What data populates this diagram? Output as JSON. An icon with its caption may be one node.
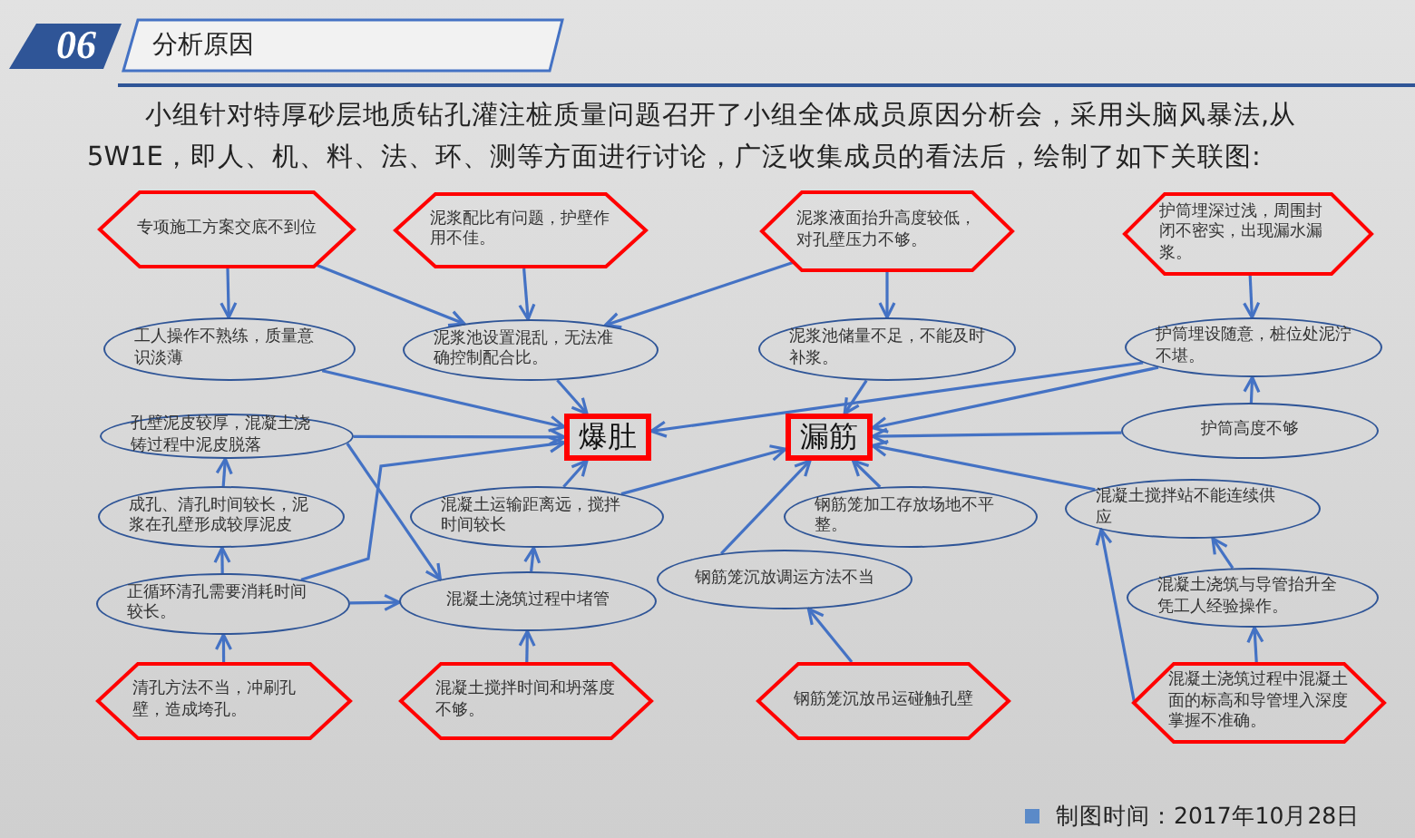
{
  "diagram": {
    "title": "分析原因",
    "nodes": [
      {
        "text": [
          "专项施工方案交底不到位"
        ]
      },
      {
        "text": [
          "泥浆配比有问题，护壁作用不佳。"
        ]
      },
      {
        "text": [
          "泥浆液面抬升高度较低，对孔壁压力不够。"
        ]
      },
      {
        "text": [
          "护筒埋深过浅，周围封闭不密实，出现漏水漏浆。"
        ]
      },
      {
        "text": [
          "工人操作不熟练，质量意识淡薄"
        ]
      },
      {
        "text": [
          "泥浆池设置混乱，无法准确控制配合比。"
        ]
      },
      {
        "text": [
          "泥浆池储量不足，不能及时补浆。"
        ]
      },
      {
        "text": [
          "护筒埋设随意，桩位处泥泞不堪。"
        ]
      },
      {
        "text": [
          "爆肚"
        ]
      },
      {
        "text": [
          "漏筋"
        ]
      },
      {
        "text": [
          "孔壁泥皮较厚，混凝土浇铸过程中泥皮脱落"
        ]
      },
      {
        "text": [
          "护筒高度不够"
        ]
      },
      {
        "text": [
          "成孔、清孔时间较长，泥浆在孔壁形成较厚泥皮"
        ]
      },
      {
        "text": [
          "混凝土运输距离远，搅拌时间较长"
        ]
      },
      {
        "text": [
          "钢筋笼加工存放场地不平整。"
        ]
      },
      {
        "text": [
          "混凝土搅拌站不能连续供应"
        ]
      },
      {
        "text": [
          "正循环清孔需要消耗时间较长。"
        ]
      },
      {
        "text": [
          "混凝土浇筑过程中堵管"
        ]
      },
      {
        "text": [
          "钢筋笼沉放调运方法不当"
        ]
      },
      {
        "text": [
          "混凝土浇筑与导管抬升全凭工人经验操作。"
        ]
      },
      {
        "text": [
          "清孔方法不当，冲刷孔壁，造成垮孔。"
        ]
      },
      {
        "text": [
          "混凝土搅拌时间和坍落度不够。"
        ]
      },
      {
        "text": [
          "钢筋笼沉放吊运碰触孔壁"
        ]
      },
      {
        "text": [
          "混凝土浇筑过程中混凝土面的标高和导管埋入深度掌握不准确。"
        ]
      }
    ],
    "edges": [
      {
        "from": 0,
        "to": 4,
        "arrow": "to"
      },
      {
        "from": 0,
        "to": 5,
        "arrow": "to"
      },
      {
        "from": 1,
        "to": 5,
        "arrow": "to"
      },
      {
        "from": 2,
        "to": 5,
        "arrow": "to"
      },
      {
        "from": 2,
        "to": 6,
        "arrow": "to"
      },
      {
        "from": 3,
        "to": 7,
        "arrow": "to"
      },
      {
        "from": 4,
        "to": 8,
        "arrow": "to"
      },
      {
        "from": 5,
        "to": 8,
        "arrow": "to"
      },
      {
        "from": 7,
        "to": 8,
        "arrow": "to"
      },
      {
        "from": 7,
        "to": 9,
        "arrow": "to"
      },
      {
        "from": 6,
        "to": 9,
        "arrow": "to"
      },
      {
        "from": 11,
        "to": 7,
        "arrow": "to"
      },
      {
        "from": 11,
        "to": 9,
        "arrow": "to"
      },
      {
        "from": 10,
        "to": 8,
        "arrow": "to"
      },
      {
        "from": 10,
        "to": 17,
        "arrow": "to"
      },
      {
        "from": 12,
        "to": 10,
        "arrow": "to"
      },
      {
        "from": 16,
        "to": 12,
        "arrow": "to"
      },
      {
        "from": 16,
        "to": 8,
        "arrow": "to"
      },
      {
        "from": 16,
        "to": 17,
        "arrow": "to"
      },
      {
        "from": 20,
        "to": 16,
        "arrow": "to"
      },
      {
        "from": 13,
        "to": 8,
        "arrow": "to"
      },
      {
        "from": 13,
        "to": 9,
        "arrow": "to"
      },
      {
        "from": 17,
        "to": 13,
        "arrow": "to"
      },
      {
        "from": 21,
        "to": 17,
        "arrow": "to"
      },
      {
        "from": 14,
        "to": 9,
        "arrow": "to"
      },
      {
        "from": 18,
        "to": 9,
        "arrow": "to"
      },
      {
        "from": 22,
        "to": 18,
        "arrow": "to"
      },
      {
        "from": 15,
        "to": 9,
        "arrow": "to"
      },
      {
        "from": 19,
        "to": 15,
        "arrow": "to"
      },
      {
        "from": 23,
        "to": 19,
        "arrow": "to"
      },
      {
        "from": 23,
        "to": 15,
        "arrow": "to"
      }
    ],
    "labels": [
      "06",
      "小组针对特厚砂层地质钻孔灌注桩质量问题召开了小组全体成员原因分析会，采用头脑风暴法,从5W1E，即人、机、料、法、环、测等方面进行讨论，广泛收集成员的看法后，绘制了如下关联图:",
      "制图时间：2017年10月28日"
    ]
  }
}
